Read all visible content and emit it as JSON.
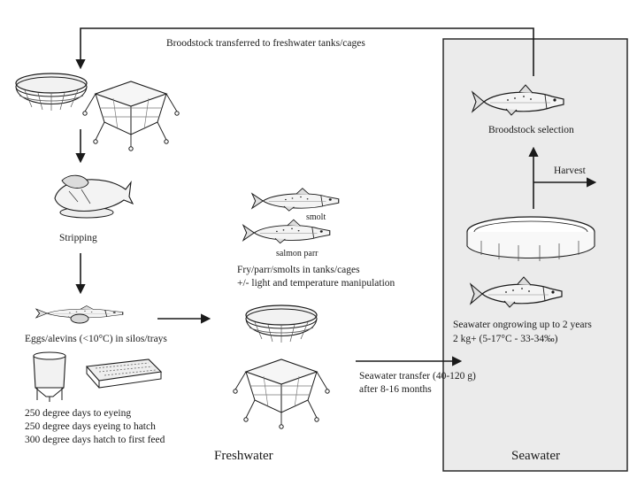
{
  "colors": {
    "ink": "#1a1a1a",
    "seawater_panel": "#ebebeb",
    "panel_border": "#2a2a2a"
  },
  "labels": {
    "top_arrow": "Broodstock transferred to freshwater tanks/cages",
    "stripping": "Stripping",
    "smolt": "smolt",
    "salmon_parr": "salmon parr",
    "fry_line1": "Fry/parr/smolts in tanks/cages",
    "fry_line2": "+/- light and temperature manipulation",
    "eggs": "Eggs/alevins (<10°C) in silos/trays",
    "degree_days": [
      "250 degree days to eyeing",
      "250 degree days eyeing to hatch",
      "300 degree days hatch to first feed"
    ],
    "freshwater": "Freshwater",
    "seawater_transfer_line1": "Seawater transfer (40-120 g)",
    "seawater_transfer_line2": "after 8-16 months",
    "broodstock_selection": "Broodstock selection",
    "harvest": "Harvest",
    "ongrowing_line1": "Seawater ongrowing up to 2 years",
    "ongrowing_line2": "2 kg+ (5-17°C - 33-34‰)",
    "seawater": "Seawater"
  },
  "icons": [
    "tank-icon",
    "cage-icon",
    "stripping-fish-icon",
    "smolt-fish-icon",
    "parr-fish-icon",
    "alevin-icon",
    "silo-icon",
    "tray-icon",
    "freshwater-tank-icon",
    "freshwater-cage-icon",
    "broodstock-fish-icon",
    "sea-cage-icon",
    "ongrowing-fish-icon"
  ]
}
